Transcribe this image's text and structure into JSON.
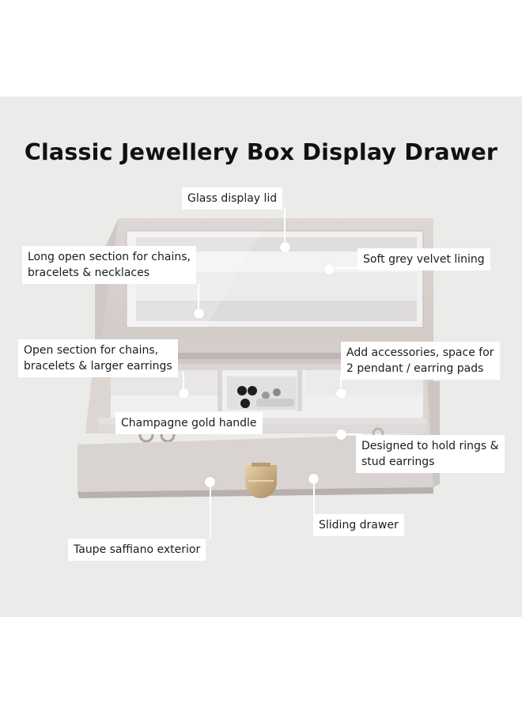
{
  "title": "Classic Jewellery Box Display Drawer",
  "labels": {
    "glass_lid": "Glass display lid",
    "long_open": [
      "Long open section for chains,",
      "bracelets & necklaces"
    ],
    "velvet": "Soft grey velvet lining",
    "open_section": [
      "Open section for chains,",
      "bracelets & larger earrings"
    ],
    "accessories": [
      "Add accessories, space for",
      "2 pendant / earring pads"
    ],
    "handle": "Champagne gold handle",
    "rings": [
      "Designed to hold rings &",
      "stud earrings"
    ],
    "sliding": "Sliding drawer",
    "exterior": "Taupe saffiano exterior"
  },
  "colors": {
    "background": "#ebebea",
    "taupe": "#d8d2d0",
    "velvet": "#e9e7e8",
    "gold": "#c9ad80"
  }
}
